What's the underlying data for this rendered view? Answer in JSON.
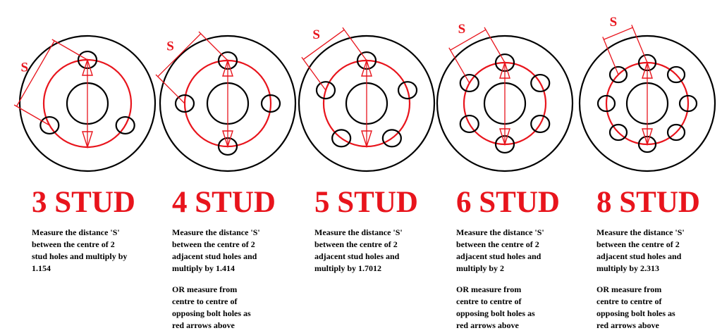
{
  "panels": [
    {
      "title": "3 STUD",
      "description": "Measure the distance 'S'\nbetween the centre of 2\nstud holes and multiply by\n1.154",
      "alternative": "",
      "studs": 3,
      "s_label": "S"
    },
    {
      "title": "4 STUD",
      "description": "Measure the distance 'S'\nbetween the centre of 2\nadjacent stud holes and\nmultiply by 1.414",
      "alternative": "OR measure from\ncentre to centre of\nopposing bolt holes as\nred arrows above",
      "studs": 4,
      "s_label": "S"
    },
    {
      "title": "5 STUD",
      "description": "Measure the distance 'S'\nbetween the centre of 2\nadjacent stud holes and\nmultiply by 1.7012",
      "alternative": "",
      "studs": 5,
      "s_label": "S"
    },
    {
      "title": "6 STUD",
      "description": "Measure the distance 'S'\nbetween the centre of 2\nadjacent stud holes and\nmultiply by 2",
      "alternative": "OR measure from\ncentre to centre of\nopposing bolt holes as\nred arrows above",
      "studs": 6,
      "s_label": "S"
    },
    {
      "title": "8 STUD",
      "description": "Measure the distance 'S'\nbetween the centre of 2\nadjacent stud holes and\nmultiply by 2.313",
      "alternative": "OR measure from\ncentre to centre of\nopposing bolt holes as\nred arrows above",
      "studs": 8,
      "s_label": "S"
    }
  ],
  "colors": {
    "accent": "#e8141c",
    "line": "#000000"
  }
}
